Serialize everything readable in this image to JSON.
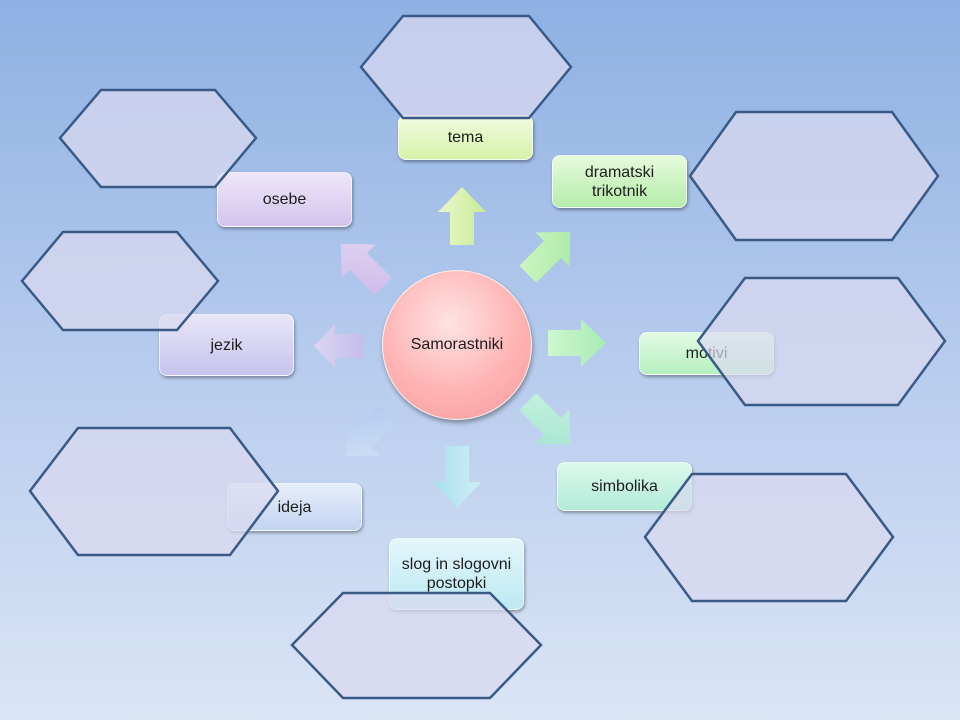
{
  "center": {
    "label": "Samorastniki"
  },
  "nodes": [
    {
      "id": "tema",
      "label": "tema"
    },
    {
      "id": "dramatski",
      "label": "dramatski trikotnik"
    },
    {
      "id": "motivi",
      "label": "motivi"
    },
    {
      "id": "simbolika",
      "label": "simbolika"
    },
    {
      "id": "slog",
      "label": "slog in slogovni postopki"
    },
    {
      "id": "ideja",
      "label": "ideja"
    },
    {
      "id": "jezik",
      "label": "jezik"
    },
    {
      "id": "osebe",
      "label": "osebe"
    }
  ],
  "colors": {
    "hex_fill": "#dcdcf0",
    "hex_stroke": "#3a5a86",
    "center_fill": "#ffb8b8"
  }
}
